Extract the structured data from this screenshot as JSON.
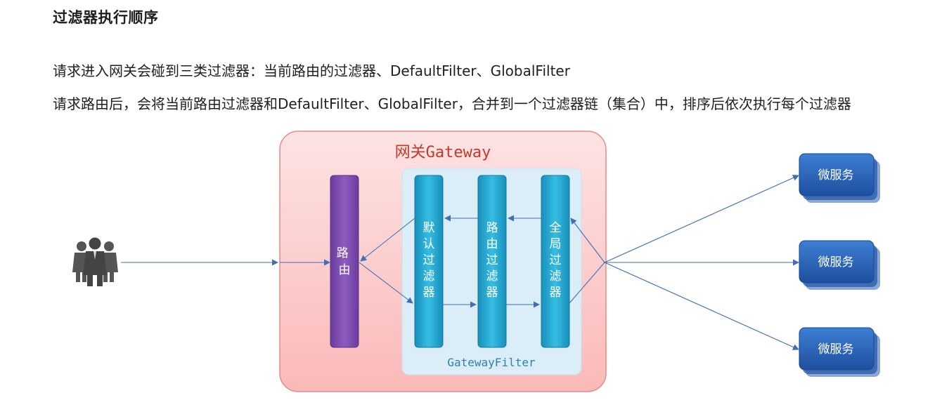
{
  "heading": "过滤器执行顺序",
  "paragraphs": [
    "请求进入网关会碰到三类过滤器：当前路由的过滤器、DefaultFilter、GlobalFilter",
    "请求路由后，会将当前路由过滤器和DefaultFilter、GlobalFilter，合并到一个过滤器链（集合）中，排序后依次执行每个过滤器"
  ],
  "diagram": {
    "users_icon": "users-group-icon",
    "gateway_title": "网关Gateway",
    "filter_group_label": "GatewayFilter",
    "route_pillar": "路由",
    "filters": [
      "默认过滤器",
      "路由过滤器",
      "全局过滤器"
    ],
    "services": [
      "微服务",
      "微服务",
      "微服务"
    ],
    "colors": {
      "gateway_bg": "#fdd7d7",
      "gateway_border": "#e58a8a",
      "filter_group_bg": "#dbeef8",
      "route_pillar": "#7e4fad",
      "filter_pillar": "#1fa6d2",
      "service": "#2a63b6",
      "arrow": "#3f6fb5"
    }
  }
}
